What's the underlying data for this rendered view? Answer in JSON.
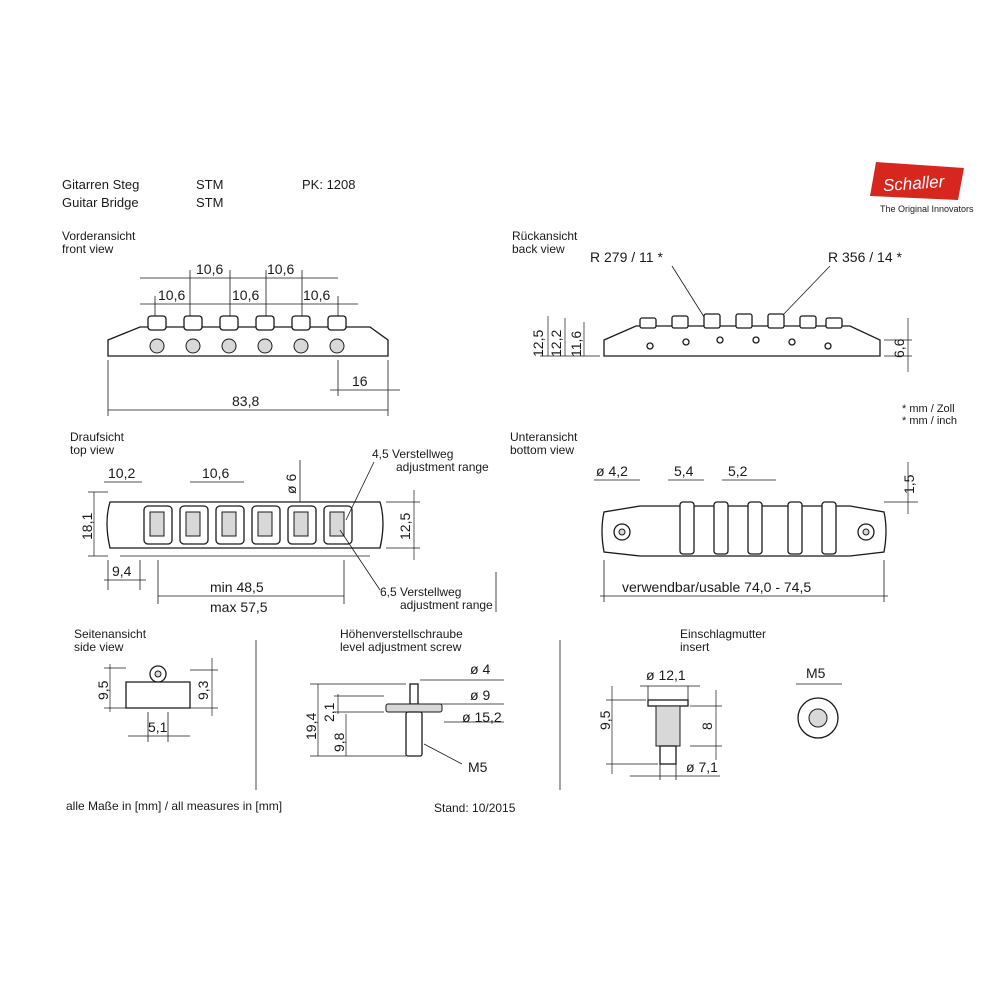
{
  "header": {
    "title_de": "Gitarren Steg",
    "title_en": "Guitar Bridge",
    "model_1": "STM",
    "model_2": "STM",
    "pk": "PK: 1208"
  },
  "logo": {
    "brand": "Schaller",
    "tagline": "The Original Innovators",
    "color": "#d7261e"
  },
  "front_view": {
    "label_de": "Vorderansicht",
    "label_en": "front view",
    "dim_top_1": "10,6",
    "dim_top_2": "10,6",
    "dim_mid_1": "10,6",
    "dim_mid_2": "10,6",
    "dim_mid_3": "10,6",
    "dim_16": "16",
    "dim_total": "83,8"
  },
  "back_view": {
    "label_de": "Rückansicht",
    "label_en": "back view",
    "radius_1": "R 279 / 11 *",
    "radius_2": "R 356 / 14 *",
    "dim_a": "12,5",
    "dim_b": "12,2",
    "dim_c": "11,6",
    "dim_d": "6,6"
  },
  "unit_note": {
    "line1": "* mm / Zoll",
    "line2": "* mm / inch"
  },
  "top_view": {
    "label_de": "Draufsicht",
    "label_en": "top view",
    "dim_102": "10,2",
    "dim_106": "10,6",
    "dim_dia6": "ø 6",
    "dim_181": "18,1",
    "dim_125": "12,5",
    "dim_94": "9,4",
    "dim_min": "min  48,5",
    "dim_max": "max 57,5",
    "adj1_line1": "4,5 Verstellweg",
    "adj1_line2": "adjustment range",
    "adj2_line1": "6,5 Verstellweg",
    "adj2_line2": "adjustment range"
  },
  "bottom_view": {
    "label_de": "Unteransicht",
    "label_en": "bottom view",
    "dim_dia42": "ø 4,2",
    "dim_54": "5,4",
    "dim_52": "5,2",
    "dim_15": "1,5",
    "dim_usable": "verwendbar/usable 74,0 - 74,5"
  },
  "side_view": {
    "label_de": "Seitenansicht",
    "label_en": "side view",
    "dim_95": "9,5",
    "dim_93": "9,3",
    "dim_51": "5,1"
  },
  "screw": {
    "label_de": "Höhenverstellschraube",
    "label_en": "level adjustment screw",
    "dim_dia4": "ø 4",
    "dim_dia9": "ø 9",
    "dim_dia152": "ø 15,2",
    "dim_194": "19,4",
    "dim_21": "2,1",
    "dim_98": "9,8",
    "dim_m5": "M5"
  },
  "insert": {
    "label_de": "Einschlagmutter",
    "label_en": "insert",
    "dim_dia121": "ø 12,1",
    "dim_95": "9,5",
    "dim_8": "8",
    "dim_dia71": "ø 7,1",
    "dim_m5": "M5"
  },
  "footer": {
    "measures": "alle Maße in [mm] / all measures in [mm]",
    "stand": "Stand: 10/2015"
  }
}
